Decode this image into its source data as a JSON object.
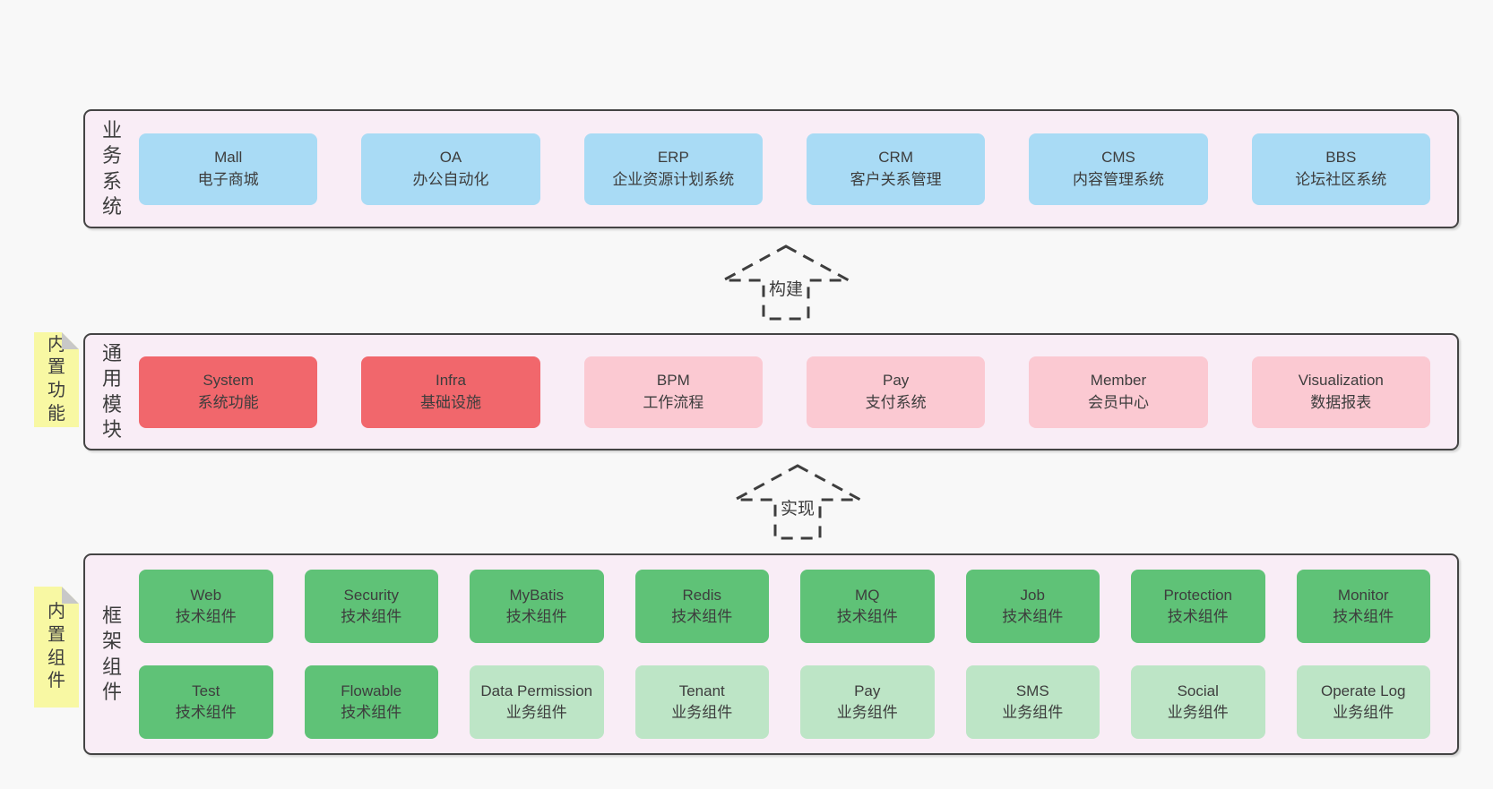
{
  "colors": {
    "page_bg": "#f8f8f8",
    "container_bg": "#f9edf6",
    "container_border": "#444444",
    "box_blue": "#a9dbf5",
    "box_red": "#f1676c",
    "box_pink": "#fbc9d2",
    "box_green": "#5fc277",
    "box_light_green": "#bde5c6",
    "note_yellow": "#f8f8a3",
    "note_fold": "#c8c8c8",
    "text": "#3d3d3d"
  },
  "arrows": [
    {
      "label": "构建"
    },
    {
      "label": "实现"
    }
  ],
  "layers": [
    {
      "label": "业务系统",
      "boxes": [
        {
          "title": "Mall",
          "subtitle": "电子商城",
          "color": "blue"
        },
        {
          "title": "OA",
          "subtitle": "办公自动化",
          "color": "blue"
        },
        {
          "title": "ERP",
          "subtitle": "企业资源计划系统",
          "color": "blue"
        },
        {
          "title": "CRM",
          "subtitle": "客户关系管理",
          "color": "blue"
        },
        {
          "title": "CMS",
          "subtitle": "内容管理系统",
          "color": "blue"
        },
        {
          "title": "BBS",
          "subtitle": "论坛社区系统",
          "color": "blue"
        }
      ]
    },
    {
      "label": "通用模块",
      "note": "内置功能",
      "boxes": [
        {
          "title": "System",
          "subtitle": "系统功能",
          "color": "red"
        },
        {
          "title": "Infra",
          "subtitle": "基础设施",
          "color": "red"
        },
        {
          "title": "BPM",
          "subtitle": "工作流程",
          "color": "pink"
        },
        {
          "title": "Pay",
          "subtitle": "支付系统",
          "color": "pink"
        },
        {
          "title": "Member",
          "subtitle": "会员中心",
          "color": "pink"
        },
        {
          "title": "Visualization",
          "subtitle": "数据报表",
          "color": "pink"
        }
      ]
    },
    {
      "label": "框架组件",
      "note": "内置组件",
      "rows": [
        [
          {
            "title": "Web",
            "subtitle": "技术组件",
            "color": "green"
          },
          {
            "title": "Security",
            "subtitle": "技术组件",
            "color": "green"
          },
          {
            "title": "MyBatis",
            "subtitle": "技术组件",
            "color": "green"
          },
          {
            "title": "Redis",
            "subtitle": "技术组件",
            "color": "green"
          },
          {
            "title": "MQ",
            "subtitle": "技术组件",
            "color": "green"
          },
          {
            "title": "Job",
            "subtitle": "技术组件",
            "color": "green"
          },
          {
            "title": "Protection",
            "subtitle": "技术组件",
            "color": "green"
          },
          {
            "title": "Monitor",
            "subtitle": "技术组件",
            "color": "green"
          }
        ],
        [
          {
            "title": "Test",
            "subtitle": "技术组件",
            "color": "green"
          },
          {
            "title": "Flowable",
            "subtitle": "技术组件",
            "color": "green"
          },
          {
            "title": "Data Permission",
            "subtitle": "业务组件",
            "color": "light_green"
          },
          {
            "title": "Tenant",
            "subtitle": "业务组件",
            "color": "light_green"
          },
          {
            "title": "Pay",
            "subtitle": "业务组件",
            "color": "light_green"
          },
          {
            "title": "SMS",
            "subtitle": "业务组件",
            "color": "light_green"
          },
          {
            "title": "Social",
            "subtitle": "业务组件",
            "color": "light_green"
          },
          {
            "title": "Operate Log",
            "subtitle": "业务组件",
            "color": "light_green"
          }
        ]
      ]
    }
  ]
}
